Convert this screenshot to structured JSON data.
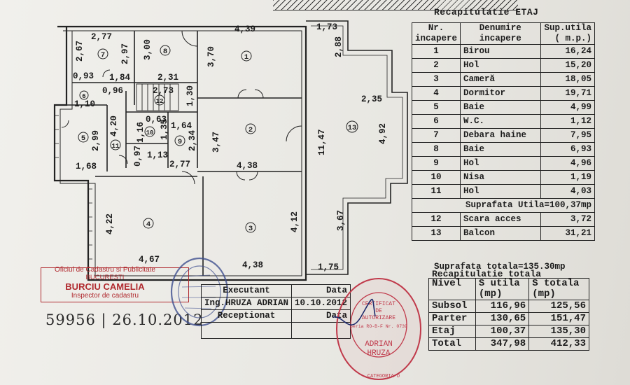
{
  "plan": {
    "dims": {
      "d277a": "2,77",
      "d267": "2,67",
      "d297a": "2,97",
      "d300": "3,00",
      "d093": "0,93",
      "d184": "1,84",
      "d231": "2,31",
      "d096": "0,96",
      "d273": "2,73",
      "d130": "1,30",
      "d110": "1,10",
      "d420": "4,20",
      "d063": "0,63",
      "d164": "1,64",
      "d135": "1,35",
      "d234": "2,34",
      "d116": "1,16",
      "d299": "2,99",
      "d113": "1,13",
      "d097": "0,97",
      "d168": "1,68",
      "d277b": "2,77",
      "d439": "4,39",
      "d370": "3,70",
      "d347": "3,47",
      "d438a": "4,38",
      "d173": "1,73",
      "d288": "2,88",
      "d235": "2,35",
      "d1147": "11,47",
      "d492": "4,92",
      "d422": "4,22",
      "d467": "4,67",
      "d438b": "4,38",
      "d412": "4,12",
      "d367": "3,67",
      "d175": "1,75"
    },
    "rooms": [
      "1",
      "2",
      "3",
      "4",
      "5",
      "6",
      "7",
      "8",
      "9",
      "10",
      "11",
      "12",
      "13"
    ]
  },
  "recap": {
    "title": "Recapitulatie ETAJ",
    "h_nr": "Nr.",
    "h_nr2": "incapere",
    "h_den": "Denumire",
    "h_den2": "incapere",
    "h_sup": "Sup.utila",
    "h_sup2": "( m.p.)",
    "rows": [
      {
        "nr": "1",
        "name": "Birou",
        "val": "16,24"
      },
      {
        "nr": "2",
        "name": "Hol",
        "val": "15,20"
      },
      {
        "nr": "3",
        "name": "Cameră",
        "val": "18,05"
      },
      {
        "nr": "4",
        "name": "Dormitor",
        "val": "19,71"
      },
      {
        "nr": "5",
        "name": "Baie",
        "val": "4,99"
      },
      {
        "nr": "6",
        "name": "W.C.",
        "val": "1,12"
      },
      {
        "nr": "7",
        "name": "Debara haine",
        "val": "7,95"
      },
      {
        "nr": "8",
        "name": "Baie",
        "val": "6,93"
      },
      {
        "nr": "9",
        "name": "Hol",
        "val": "4,96"
      },
      {
        "nr": "10",
        "name": "Nisa",
        "val": "1,19"
      },
      {
        "nr": "11",
        "name": "Hol",
        "val": "4,03"
      }
    ],
    "suprafata_utila": "Suprafata Utila=100,37mp",
    "extra_rows": [
      {
        "nr": "12",
        "name": "Scara acces",
        "val": "3,72"
      },
      {
        "nr": "13",
        "name": "Balcon",
        "val": "31,21"
      }
    ],
    "suprafata_totala": "Suprafata totala=135.30mp"
  },
  "recap_total": {
    "title": "Recapitulatie totala",
    "h_nivel": "Nivel",
    "h_utila": "S utila",
    "h_utila2": "(mp)",
    "h_totala": "S totala",
    "h_totala2": "(mp)",
    "rows": [
      {
        "nivel": "Subsol",
        "utila": "116,96",
        "totala": "125,56"
      },
      {
        "nivel": "Parter",
        "utila": "130,65",
        "totala": "151,47"
      },
      {
        "nivel": "Etaj",
        "utila": "100,37",
        "totala": "135,30"
      },
      {
        "nivel": "Total",
        "utila": "347,98",
        "totala": "412,33"
      }
    ]
  },
  "executant": {
    "h_exec": "Executant",
    "h_data": "Data",
    "name": "Ing.HRUZA ADRIAN",
    "date": "10.10.2012",
    "h_recep": "Receptionat",
    "h_data2": "Data"
  },
  "office_stamp": {
    "line1": "Oficiul de Cadastru si Publicitate",
    "line2": "BUCURESTI",
    "line3": "BURCIU CAMELIA",
    "line4": "Inspector de cadastru"
  },
  "handwriting": "59956 | 26.10.2012",
  "authorization_stamp": {
    "l1": "CERTIFICAT",
    "l2": "DE",
    "l3": "AUTORIZARE",
    "l4": "Seria RO-B-F Nr. 0739",
    "name1": "ADRIAN",
    "name2": "HRUZA",
    "bottom": "CATEGORIA D"
  },
  "colors": {
    "ink": "#1c1c1c",
    "stamp_red": "#b02a2f",
    "stamp_blue": "#3f4f8f"
  }
}
